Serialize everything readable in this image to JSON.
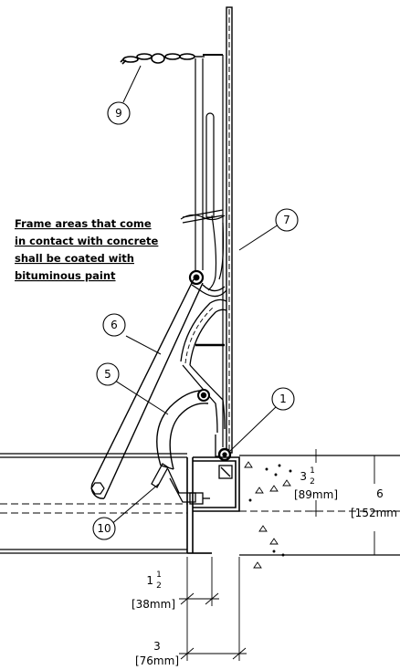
{
  "note": {
    "lines": [
      "Frame areas that come",
      "in contact with concrete",
      "shall be coated with",
      "bituminous paint"
    ]
  },
  "callouts": {
    "c1": "1",
    "c5": "5",
    "c6": "6",
    "c7": "7",
    "c9": "9",
    "c10": "10"
  },
  "dimensions": {
    "d35_whole": "3",
    "d35_frac_num": "1",
    "d35_frac_den": "2",
    "d35_mm": "[89mm]",
    "d6": "6",
    "d6_mm": "[152mm",
    "d15_whole": "1",
    "d15_frac_num": "1",
    "d15_frac_den": "2",
    "d15_mm": "[38mm]",
    "d3": "3",
    "d3_mm": "[76mm]"
  }
}
